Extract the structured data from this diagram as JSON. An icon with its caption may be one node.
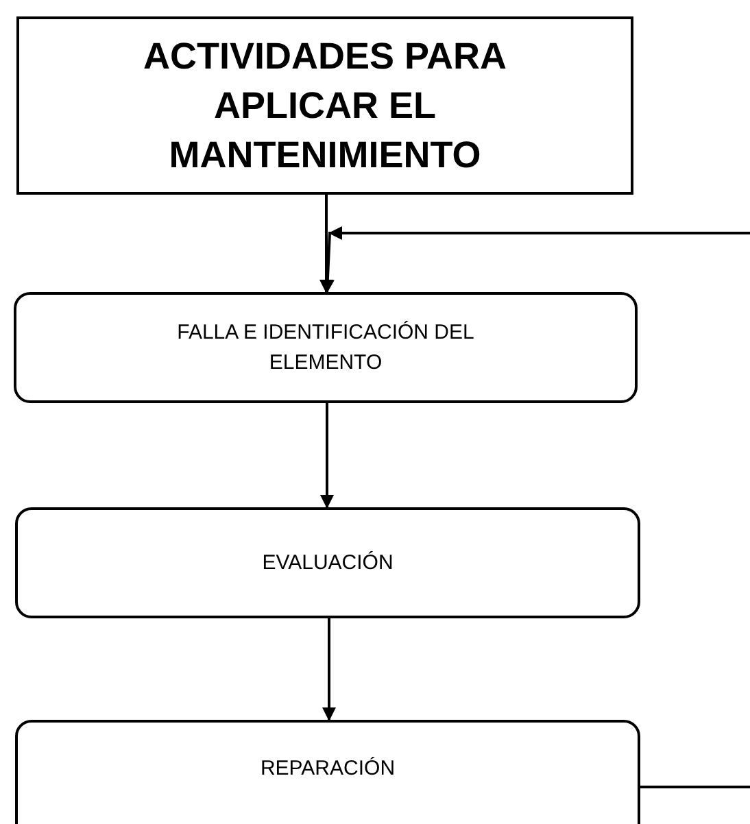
{
  "diagram": {
    "nodes": [
      {
        "text": [
          "ACTIVIDADES PARA APLICAR EL MANTENIMIENTO"
        ]
      },
      {
        "text": [
          "FALLA E IDENTIFICACIÓN DEL ELEMENTO"
        ]
      },
      {
        "text": [
          "EVALUACIÓN"
        ]
      },
      {
        "text": [
          "REPARACIÓN"
        ]
      }
    ],
    "edges": [
      {
        "from": 0,
        "to": 1,
        "arrow": "to"
      },
      {
        "from": 1,
        "to": 2,
        "arrow": "to"
      },
      {
        "from": 2,
        "to": 3,
        "arrow": "to"
      },
      {
        "from": 3,
        "to": 1,
        "arrow": "to"
      }
    ]
  }
}
